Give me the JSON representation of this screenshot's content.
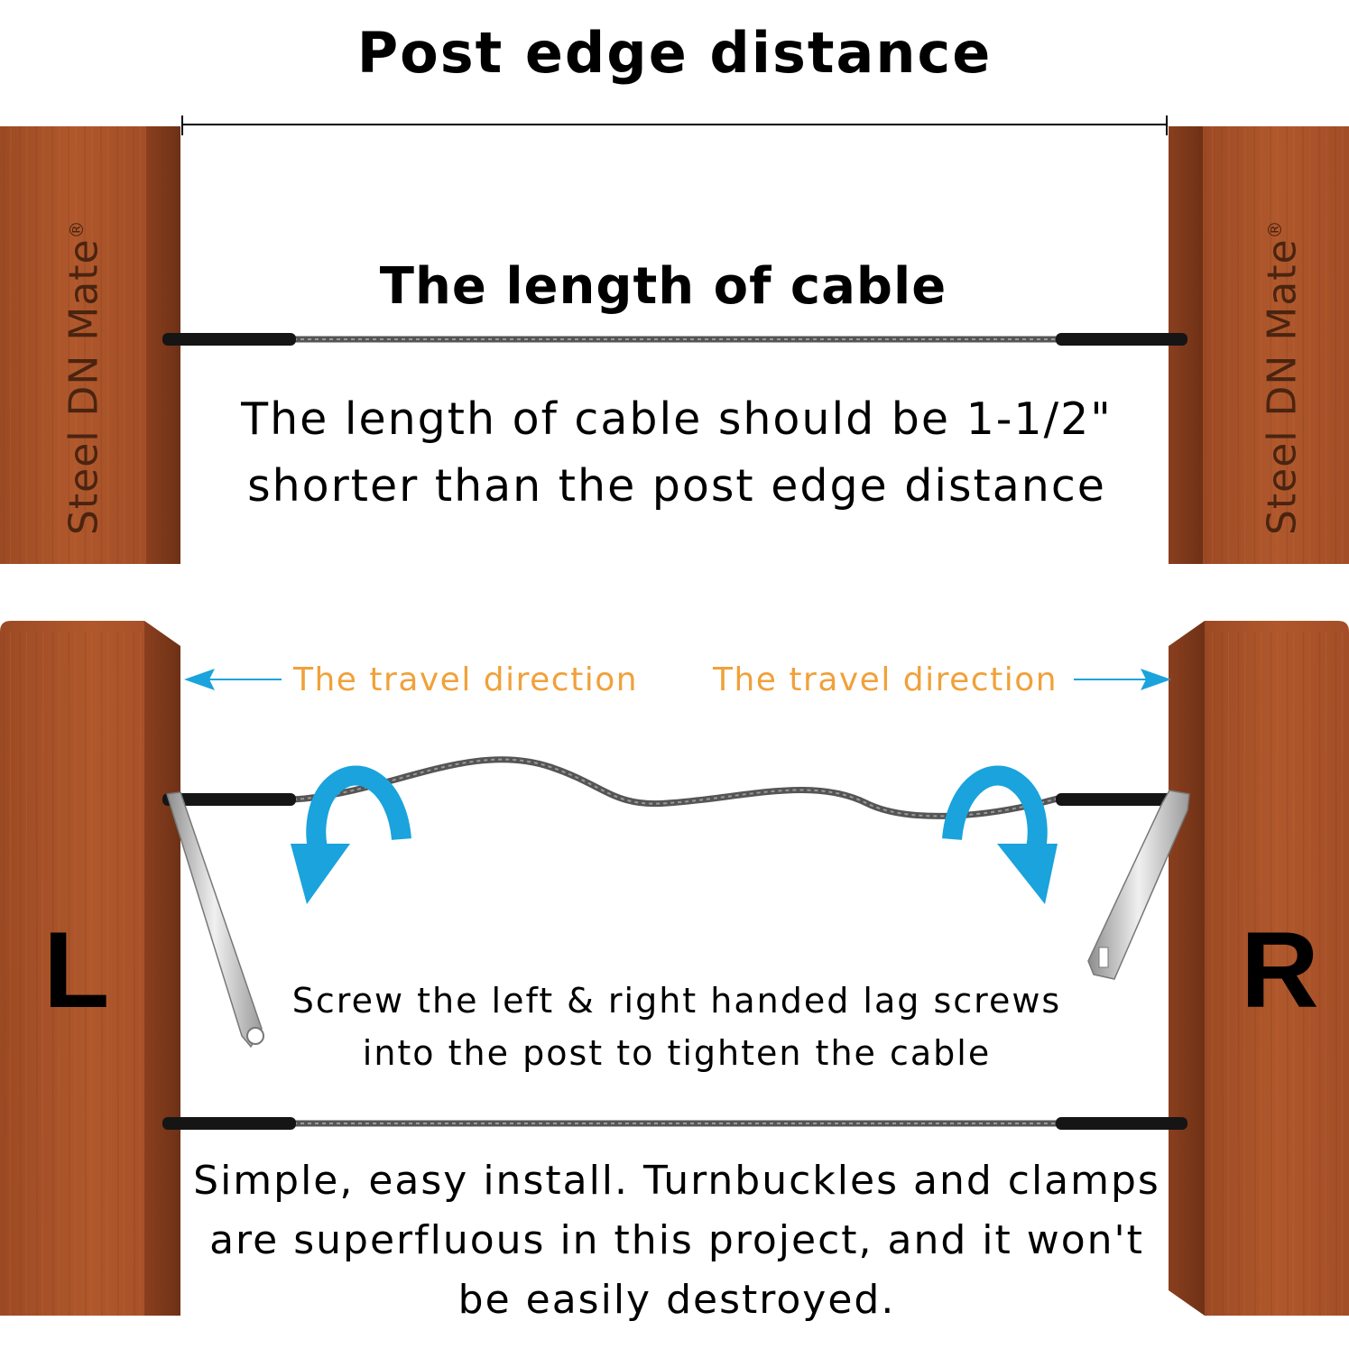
{
  "title": "Post edge distance",
  "subtitle": "The length of cable",
  "description_top": "The length of cable should be 1-1/2\" shorter than the post edge distance",
  "brand": {
    "name": "Steel DN Mate",
    "mark": "®"
  },
  "travel_direction_left": "The travel direction",
  "travel_direction_right": "The travel direction",
  "instruction": "Screw the left & right handed lag screws into the post to tighten the cable",
  "side_left": "L",
  "side_right": "R",
  "description_bottom": "Simple, easy install. Turnbuckles and clamps are superfluous in this project, and it won't be easily destroyed.",
  "colors": {
    "wood": "#a34e27",
    "wood_dark": "#7d3a1c",
    "arrow_blue": "#1aa3dc",
    "travel_text": "#f0a13a",
    "cable": "#555555"
  }
}
